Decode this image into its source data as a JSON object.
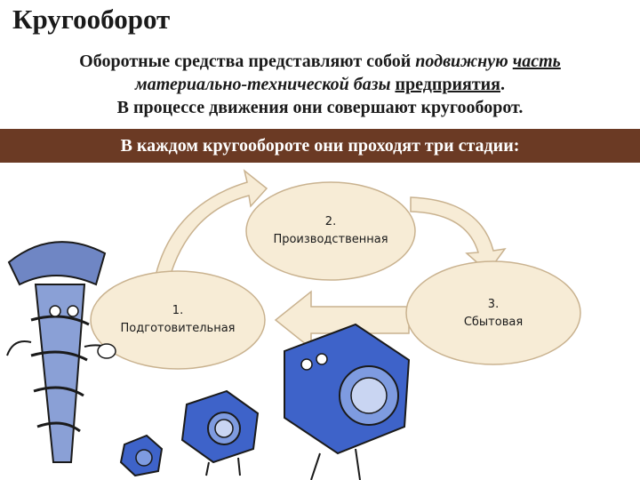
{
  "title": "Кругооборот",
  "intro": {
    "l1_a": "Оборотные средства представляют собой ",
    "l1_b": "подвижную",
    "l1_c": "часть",
    "l2_a": "материально-технической базы ",
    "l2_b": "предприятия",
    "l2_c": ".",
    "l3": "В процессе движения они совершают кругооборот."
  },
  "band": "В каждом кругообороте они проходят три стадии:",
  "stages": [
    {
      "num": "1.",
      "label": "Подготовительная"
    },
    {
      "num": "2.",
      "label": "Производственная"
    },
    {
      "num": "3.",
      "label": "Сбытовая"
    }
  ],
  "colors": {
    "band": "#6b3a24",
    "ellipse": "#f7ecd6",
    "ellipse_stroke": "#c9b28f",
    "arrow": "#f7ecd6",
    "nut": "#3e63c9",
    "screw": "#6f86c4"
  }
}
